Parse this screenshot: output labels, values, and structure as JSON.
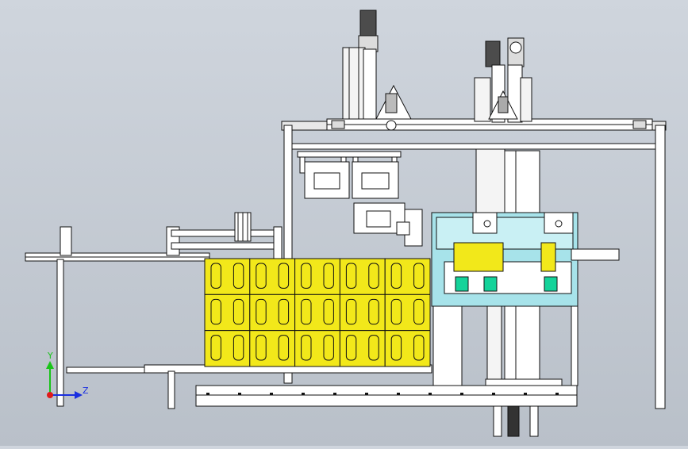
{
  "viewport": {
    "background": "#c5ccd5",
    "line_color": "#111111",
    "metal_color": "#ffffff",
    "accent_crate": "#f2e81a",
    "accent_cyan": "#a7e3ea",
    "accent_green": "#14d39a"
  },
  "triad": {
    "y_label": "Y",
    "z_label": "Z",
    "y_color": "#19c419",
    "z_color": "#1a2fe0",
    "origin_color": "#e01a1a"
  },
  "crates": {
    "rows": 3,
    "cols": 5,
    "color": "#f2e81a"
  }
}
